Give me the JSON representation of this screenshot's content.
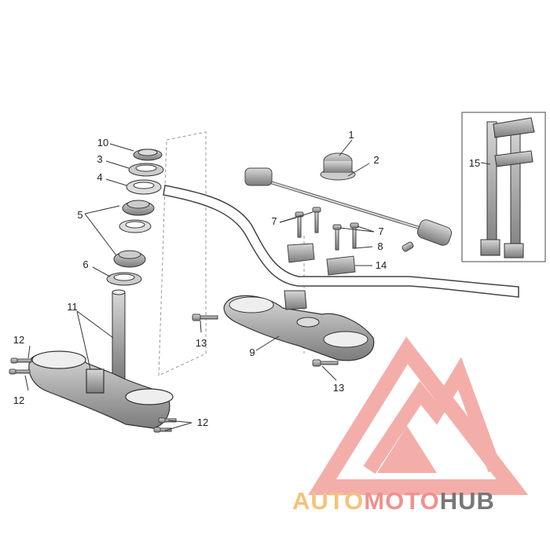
{
  "diagram": {
    "callouts": [
      "1",
      "2",
      "3",
      "4",
      "5",
      "6",
      "7",
      "7",
      "8",
      "9",
      "10",
      "11",
      "12",
      "12",
      "12",
      "13",
      "13",
      "14",
      "15"
    ]
  },
  "watermark": {
    "part1": "AUTO",
    "part2": "MOTO",
    "part3": "HUB",
    "colors": {
      "auto": "#f5c27a",
      "moto": "#f2908c",
      "hub": "#777777",
      "logo": "#f3a09c"
    }
  }
}
